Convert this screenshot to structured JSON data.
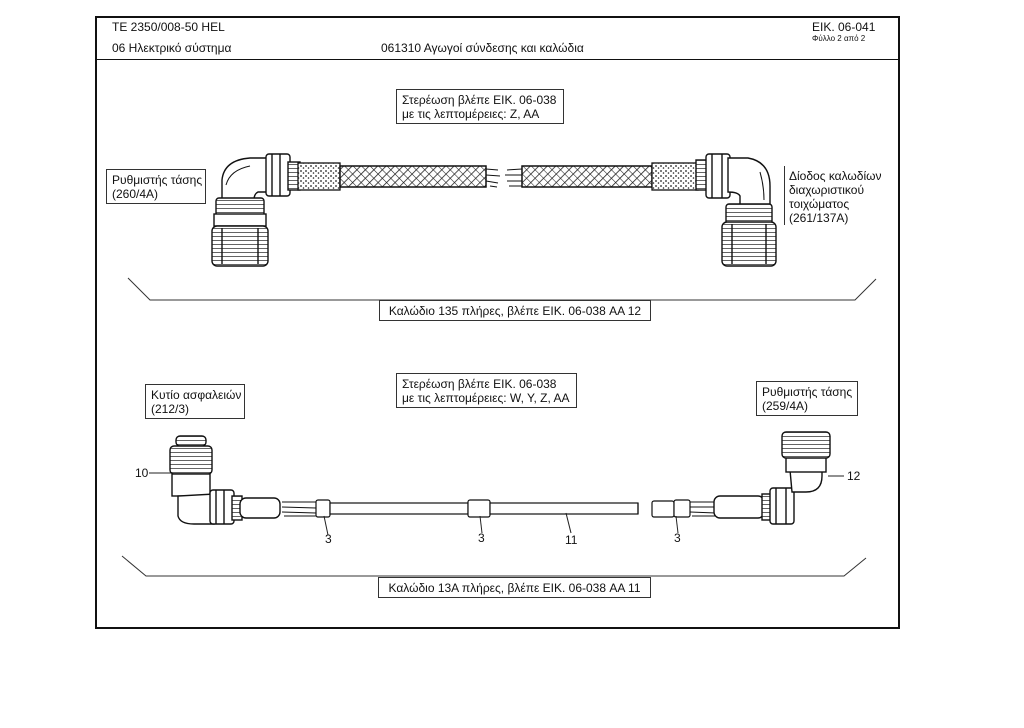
{
  "header": {
    "doc_code": "TE  2350/008-50 HEL",
    "section": "06 Ηλεκτρικό σύστημα",
    "subsection": "061310 Αγωγοί σύνδεσης και καλώδια",
    "figure_ref": "ΕΙΚ. 06-041",
    "sheet": "Φύλλο 2 από 2"
  },
  "top_assembly": {
    "mounting_note": [
      "Στερέωση βλέπε ΕΙΚ. 06-038",
      "με τις λεπτομέρειες: Z, AA"
    ],
    "left_label": [
      "Ρυθμιστής τάσης",
      "(260/4A)"
    ],
    "right_label": [
      "Δίοδος καλωδίων",
      "διαχωριστικού",
      "τοιχώματος",
      "(261/137A)"
    ],
    "caption": "Καλώδιο 135 πλήρες, βλέπε ΕΙΚ. 06-038 AA 12"
  },
  "bottom_assembly": {
    "mounting_note": [
      "Στερέωση βλέπε ΕΙΚ. 06-038",
      "με τις λεπτομέρειες: W, Y, Z, AA"
    ],
    "left_label": [
      "Κυτίο ασφαλειών",
      "(212/3)"
    ],
    "right_label": [
      "Ρυθμιστής τάσης",
      "(259/4A)"
    ],
    "callouts": [
      "10",
      "12",
      "3",
      "3",
      "11",
      "3"
    ],
    "caption": "Καλώδιο 13Α πλήρες, βλέπε ΕΙΚ. 06-038 AA 11"
  }
}
